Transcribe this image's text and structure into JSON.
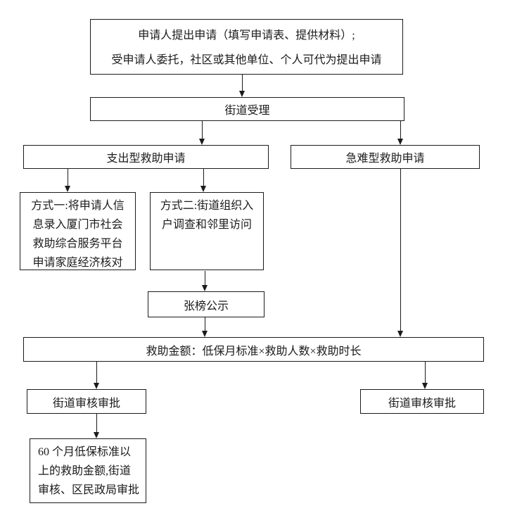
{
  "page": {
    "background": "#ffffff",
    "ink": "#1b1b1b"
  },
  "flowchart": {
    "nodes": {
      "apply": "申请人提出申请（填写申请表、提供材料）;\n受申请人委托，社区或其他单位、个人可代为提出申请",
      "accept": "街道受理",
      "expense": "支出型救助申请",
      "urgent": "急难型救助申请",
      "method1": "方式一:将申请人信\n息录入厦门市社会\n救助综合服务平台\n申请家庭经济核对",
      "method2": "方式二:街道组织入\n户调查和邻里访问",
      "publicity": "张榜公示",
      "amount": "救助金额：低保月标准×救助人数×救助时长",
      "review_left": "街道审核审批",
      "review_right": "街道审核审批",
      "final": "60 个月低保标准以\n上的救助金额,街道\n审核、区民政局审批"
    }
  }
}
